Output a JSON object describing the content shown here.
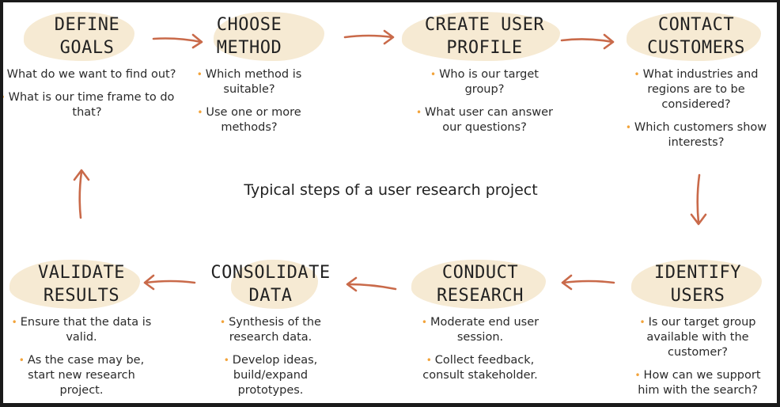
{
  "caption": "Typical steps of a user research project",
  "accent_color": "#f2a33a",
  "blob_color": "#f6ead3",
  "steps": [
    {
      "title": "DEFINE\nGOALS",
      "bullets": [
        "What do we want to find out?",
        "What is our time frame to do that?"
      ]
    },
    {
      "title": "CHOOSE\nMETHOD",
      "bullets": [
        "Which method is suitable?",
        "Use one or more methods?"
      ]
    },
    {
      "title": "CREATE USER\nPROFILE",
      "bullets": [
        "Who is our target group?",
        "What user can answer our questions?"
      ]
    },
    {
      "title": "CONTACT\nCUSTOMERS",
      "bullets": [
        "What industries and regions are to be considered?",
        "Which customers show interests?"
      ]
    },
    {
      "title": "IDENTIFY\nUSERS",
      "bullets": [
        "Is our target group available with the customer?",
        "How can we support him with the search?"
      ]
    },
    {
      "title": "CONDUCT\nRESEARCH",
      "bullets": [
        "Moderate end user session.",
        "Collect feedback, consult stakeholder."
      ]
    },
    {
      "title": "CONSOLIDATE\nDATA",
      "bullets": [
        "Synthesis of the research data.",
        "Develop ideas, build/expand prototypes."
      ]
    },
    {
      "title": "VALIDATE\nRESULTS",
      "bullets": [
        "Ensure that the data is valid.",
        "As the case may be, start new research project."
      ]
    }
  ]
}
